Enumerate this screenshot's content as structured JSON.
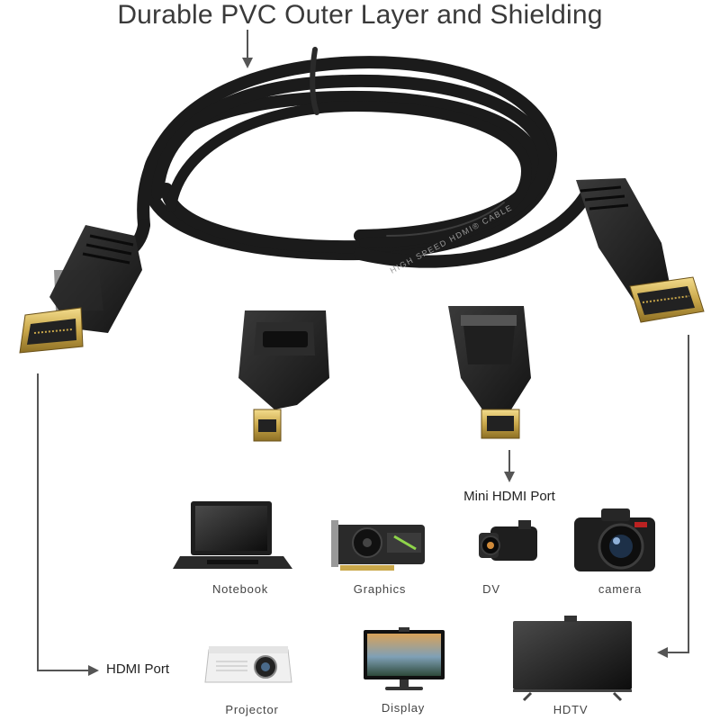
{
  "headline": "Durable PVC Outer Layer and Shielding",
  "cable_print": "HIGH SPEED HDMI® CABLE",
  "ports": {
    "hdmi": "HDMI Port",
    "mini_hdmi": "Mini HDMI Port"
  },
  "devices": {
    "notebook": "Notebook",
    "graphics": "Graphics",
    "dv": "DV",
    "camera": "camera",
    "projector": "Projector",
    "display": "Display",
    "hdtv": "HDTV"
  },
  "colors": {
    "cable": "#1b1b1b",
    "connector_gold": "#c9a74a",
    "arrow": "#555555",
    "background": "#ffffff"
  }
}
